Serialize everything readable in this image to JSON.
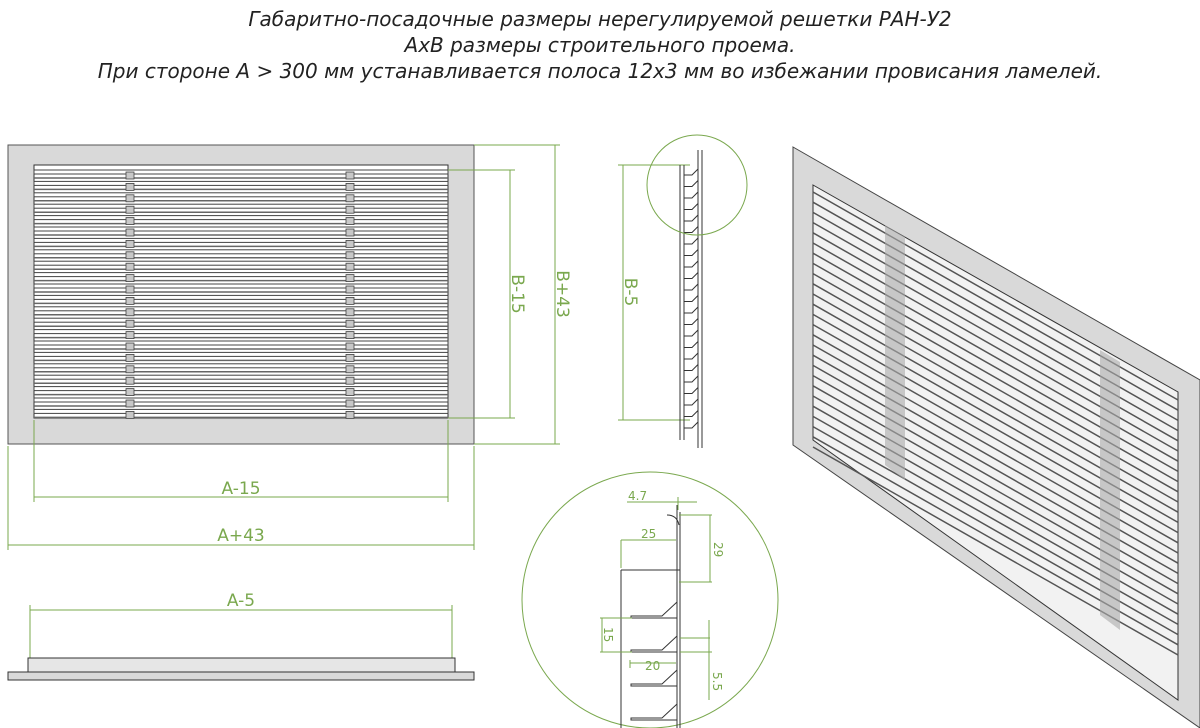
{
  "title": {
    "line1": "Габаритно-посадочные размеры нерегулируемой решетки РАН-У2",
    "line2": "AxB размеры строительного проема.",
    "line3": "При стороне A > 300 мм устанавливается полоса 12x3 мм во избежании провисания ламелей."
  },
  "dimensions": {
    "b_minus_15": "B-15",
    "b_plus_43": "B+43",
    "b_minus_5": "B-5",
    "a_minus_15": "A-15",
    "a_plus_43": "A+43",
    "a_minus_5": "A-5"
  },
  "detail": {
    "d1": "4.7",
    "d2": "25",
    "d3": "29",
    "d4": "15",
    "d5": "20",
    "d6": "5.5"
  },
  "colors": {
    "dimension": "#7aa84e",
    "frame": "#d9d9d9",
    "line": "#333333"
  }
}
